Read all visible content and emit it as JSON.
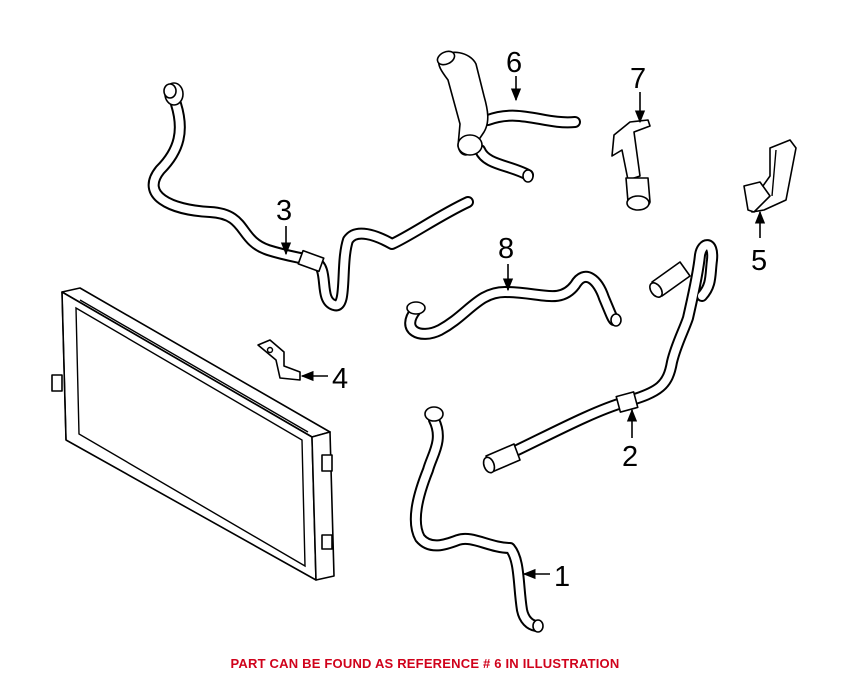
{
  "diagram": {
    "callouts": [
      "1",
      "2",
      "3",
      "4",
      "5",
      "6",
      "7",
      "8"
    ],
    "caption": "PART CAN BE FOUND AS REFERENCE # 6 IN ILLUSTRATION",
    "caption_color": "#d0021b",
    "line_color": "#000000",
    "background": "#ffffff"
  }
}
